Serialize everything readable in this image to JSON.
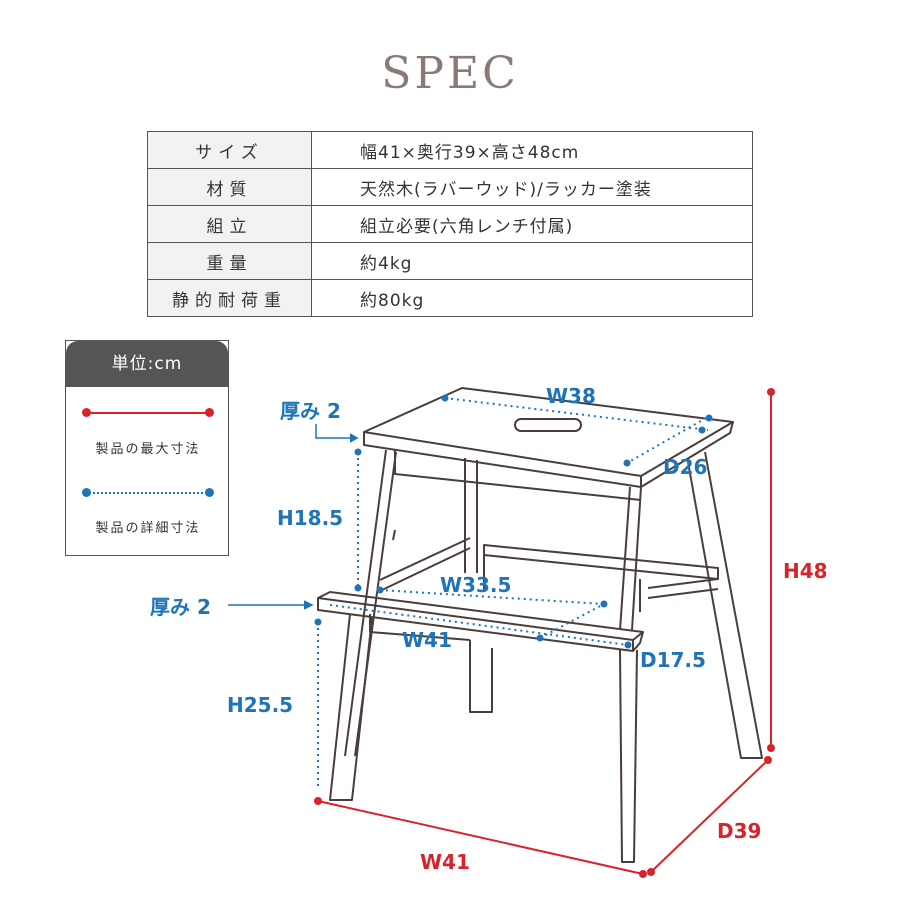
{
  "title": "SPEC",
  "spec": [
    {
      "label": "サイズ",
      "value": "幅41×奥行39×高さ48cm"
    },
    {
      "label": "材質",
      "value": "天然木(ラバーウッド)/ラッカー塗装"
    },
    {
      "label": "組立",
      "value": "組立必要(六角レンチ付属)"
    },
    {
      "label": "重量",
      "value": "約4kg"
    },
    {
      "label": "静的耐荷重",
      "value": "約80kg"
    }
  ],
  "legend": {
    "unit": "単位:cm",
    "max_label": "製品の最大寸法",
    "detail_label": "製品の詳細寸法"
  },
  "dimensions": {
    "top_width": "W38",
    "top_depth": "D26",
    "top_thickness": "厚み 2",
    "upper_height": "H18.5",
    "step_inner_width": "W33.5",
    "step_width": "W41",
    "step_depth": "D17.5",
    "step_thickness": "厚み 2",
    "step_height": "H25.5",
    "overall_height": "H48",
    "overall_width": "W41",
    "overall_depth": "D39"
  },
  "colors": {
    "max_dimension": "#d9232b",
    "detail_dimension": "#1f73b7",
    "title": "#8a7a76"
  }
}
